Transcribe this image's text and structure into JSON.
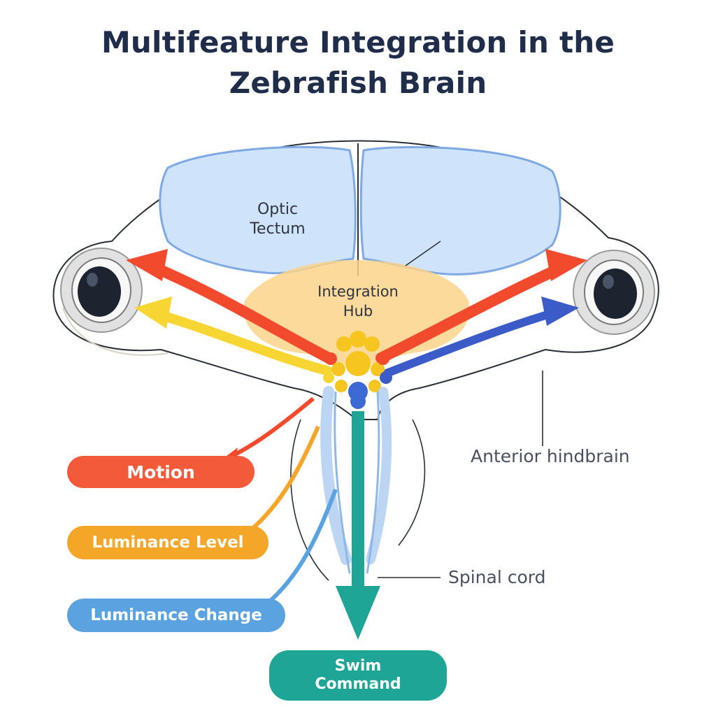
{
  "title": {
    "line1": "Multifeature Integration in the",
    "line2": "Zebrafish Brain"
  },
  "labels": {
    "optic_tectum_line1": "Optic",
    "optic_tectum_line2": "Tectum",
    "integration_hub_line1": "Integration",
    "integration_hub_line2": "Hub",
    "anterior_hindbrain": "Anterior hindbrain",
    "spinal_cord": "Spinal cord"
  },
  "inputs": [
    {
      "label": "Motion",
      "color": "#f25a3a"
    },
    {
      "label": "Luminance Level",
      "color": "#f4a629"
    },
    {
      "label": "Luminance Change",
      "color": "#5aa2e0"
    }
  ],
  "output": {
    "line1": "Swim",
    "line2": "Command",
    "color": "#1fa596"
  },
  "colors": {
    "tectum_fill": "#cfe3fb",
    "tectum_stroke": "#7ea9e3",
    "hub_fill": "#fbd38a",
    "outline": "#2b2f36",
    "title": "#1f2d4a",
    "red_arrow": "#f24a2c",
    "yellow_arrow": "#f7d634",
    "blue_arrow": "#3b5bc9",
    "teal_arrow": "#1fa596"
  }
}
